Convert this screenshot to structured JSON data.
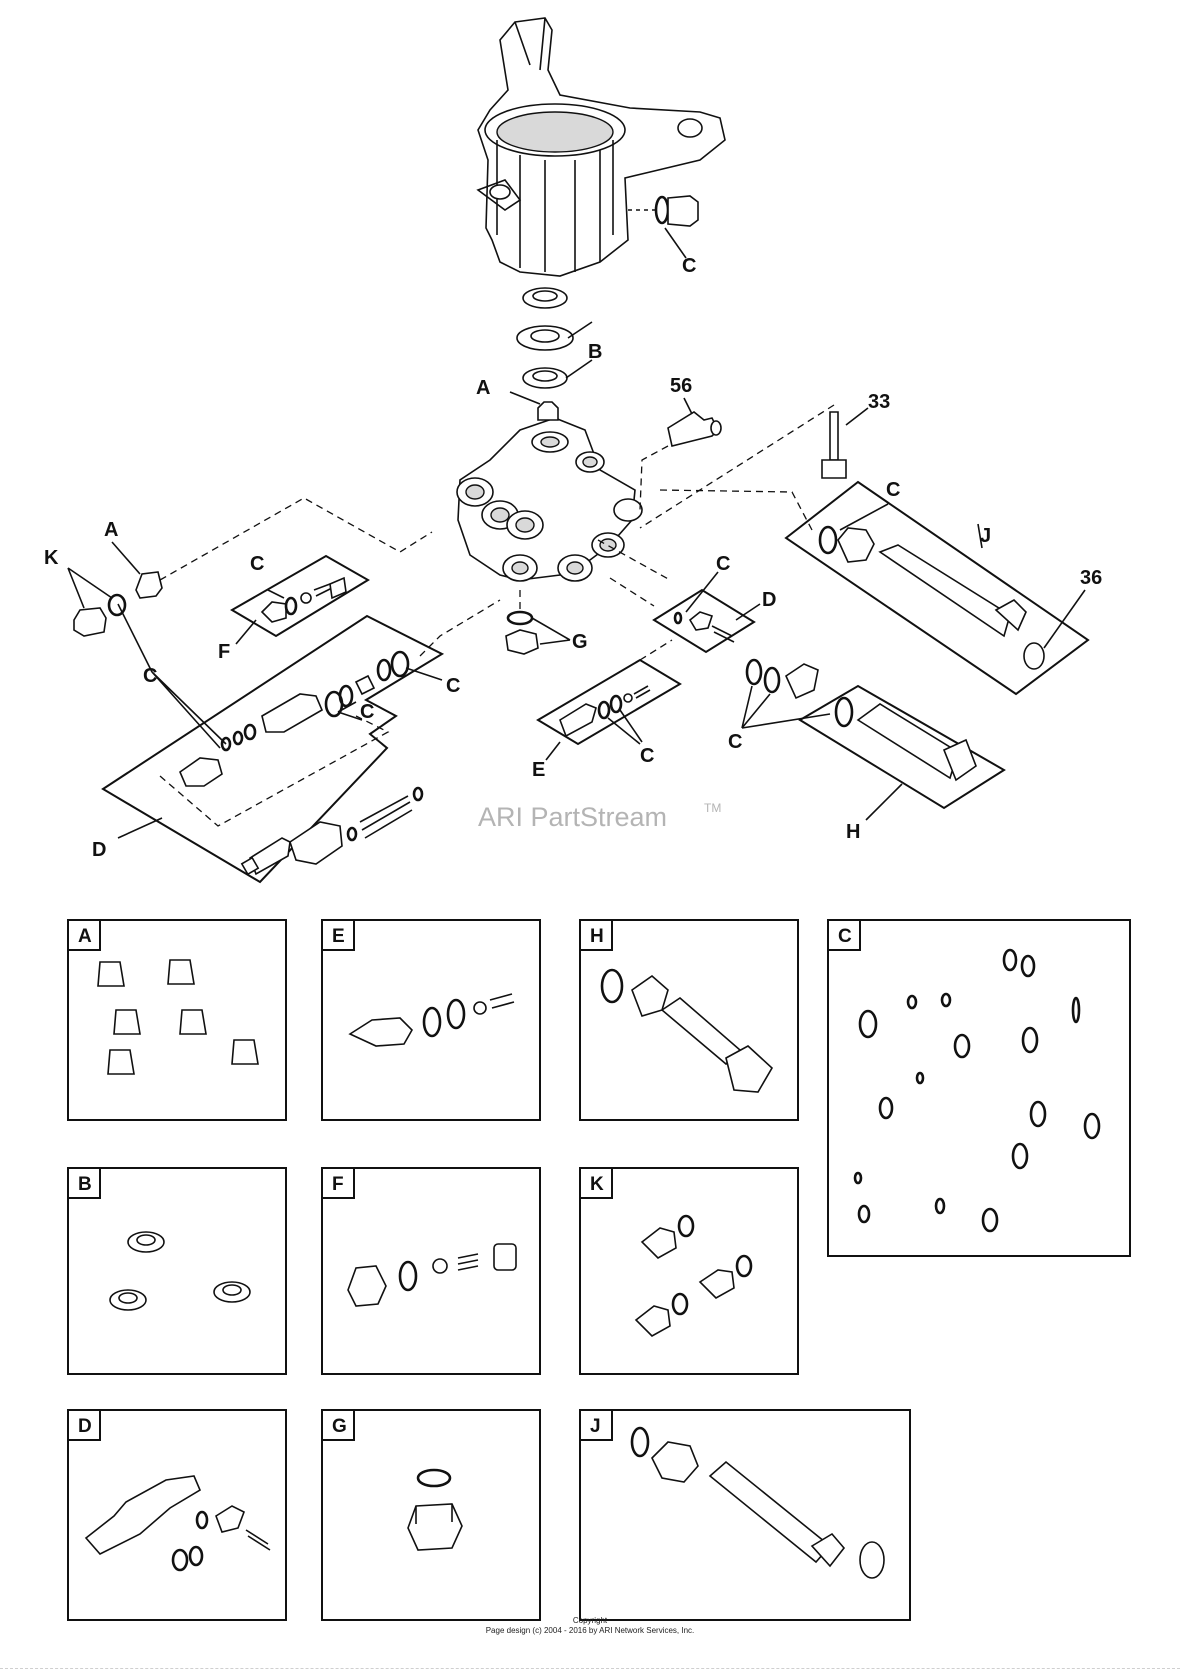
{
  "watermark": {
    "text": "ARI PartStream",
    "trademark": "TM"
  },
  "callouts": {
    "c_housing": "C",
    "b_seals": "B",
    "a_top": "A",
    "p56": "56",
    "p33": "33",
    "c_right": "C",
    "j": "J",
    "p36": "36",
    "a_left": "A",
    "k": "K",
    "c_f": "C",
    "f": "F",
    "c_left": "C",
    "c_d1": "C",
    "c_d2": "C",
    "g": "G",
    "c_rd": "C",
    "d_right": "D",
    "c_h": "C",
    "c_e": "C",
    "e": "E",
    "h": "H",
    "d_left": "D"
  },
  "kits": [
    {
      "id": "kit-a",
      "label": "A"
    },
    {
      "id": "kit-e",
      "label": "E"
    },
    {
      "id": "kit-h",
      "label": "H"
    },
    {
      "id": "kit-c",
      "label": "C"
    },
    {
      "id": "kit-b",
      "label": "B"
    },
    {
      "id": "kit-f",
      "label": "F"
    },
    {
      "id": "kit-k",
      "label": "K"
    },
    {
      "id": "kit-d",
      "label": "D"
    },
    {
      "id": "kit-g",
      "label": "G"
    },
    {
      "id": "kit-j",
      "label": "J"
    }
  ],
  "footer": {
    "copyright": "Copyright",
    "page_design": "Page design (c) 2004 - 2016 by ARI Network Services, Inc."
  }
}
